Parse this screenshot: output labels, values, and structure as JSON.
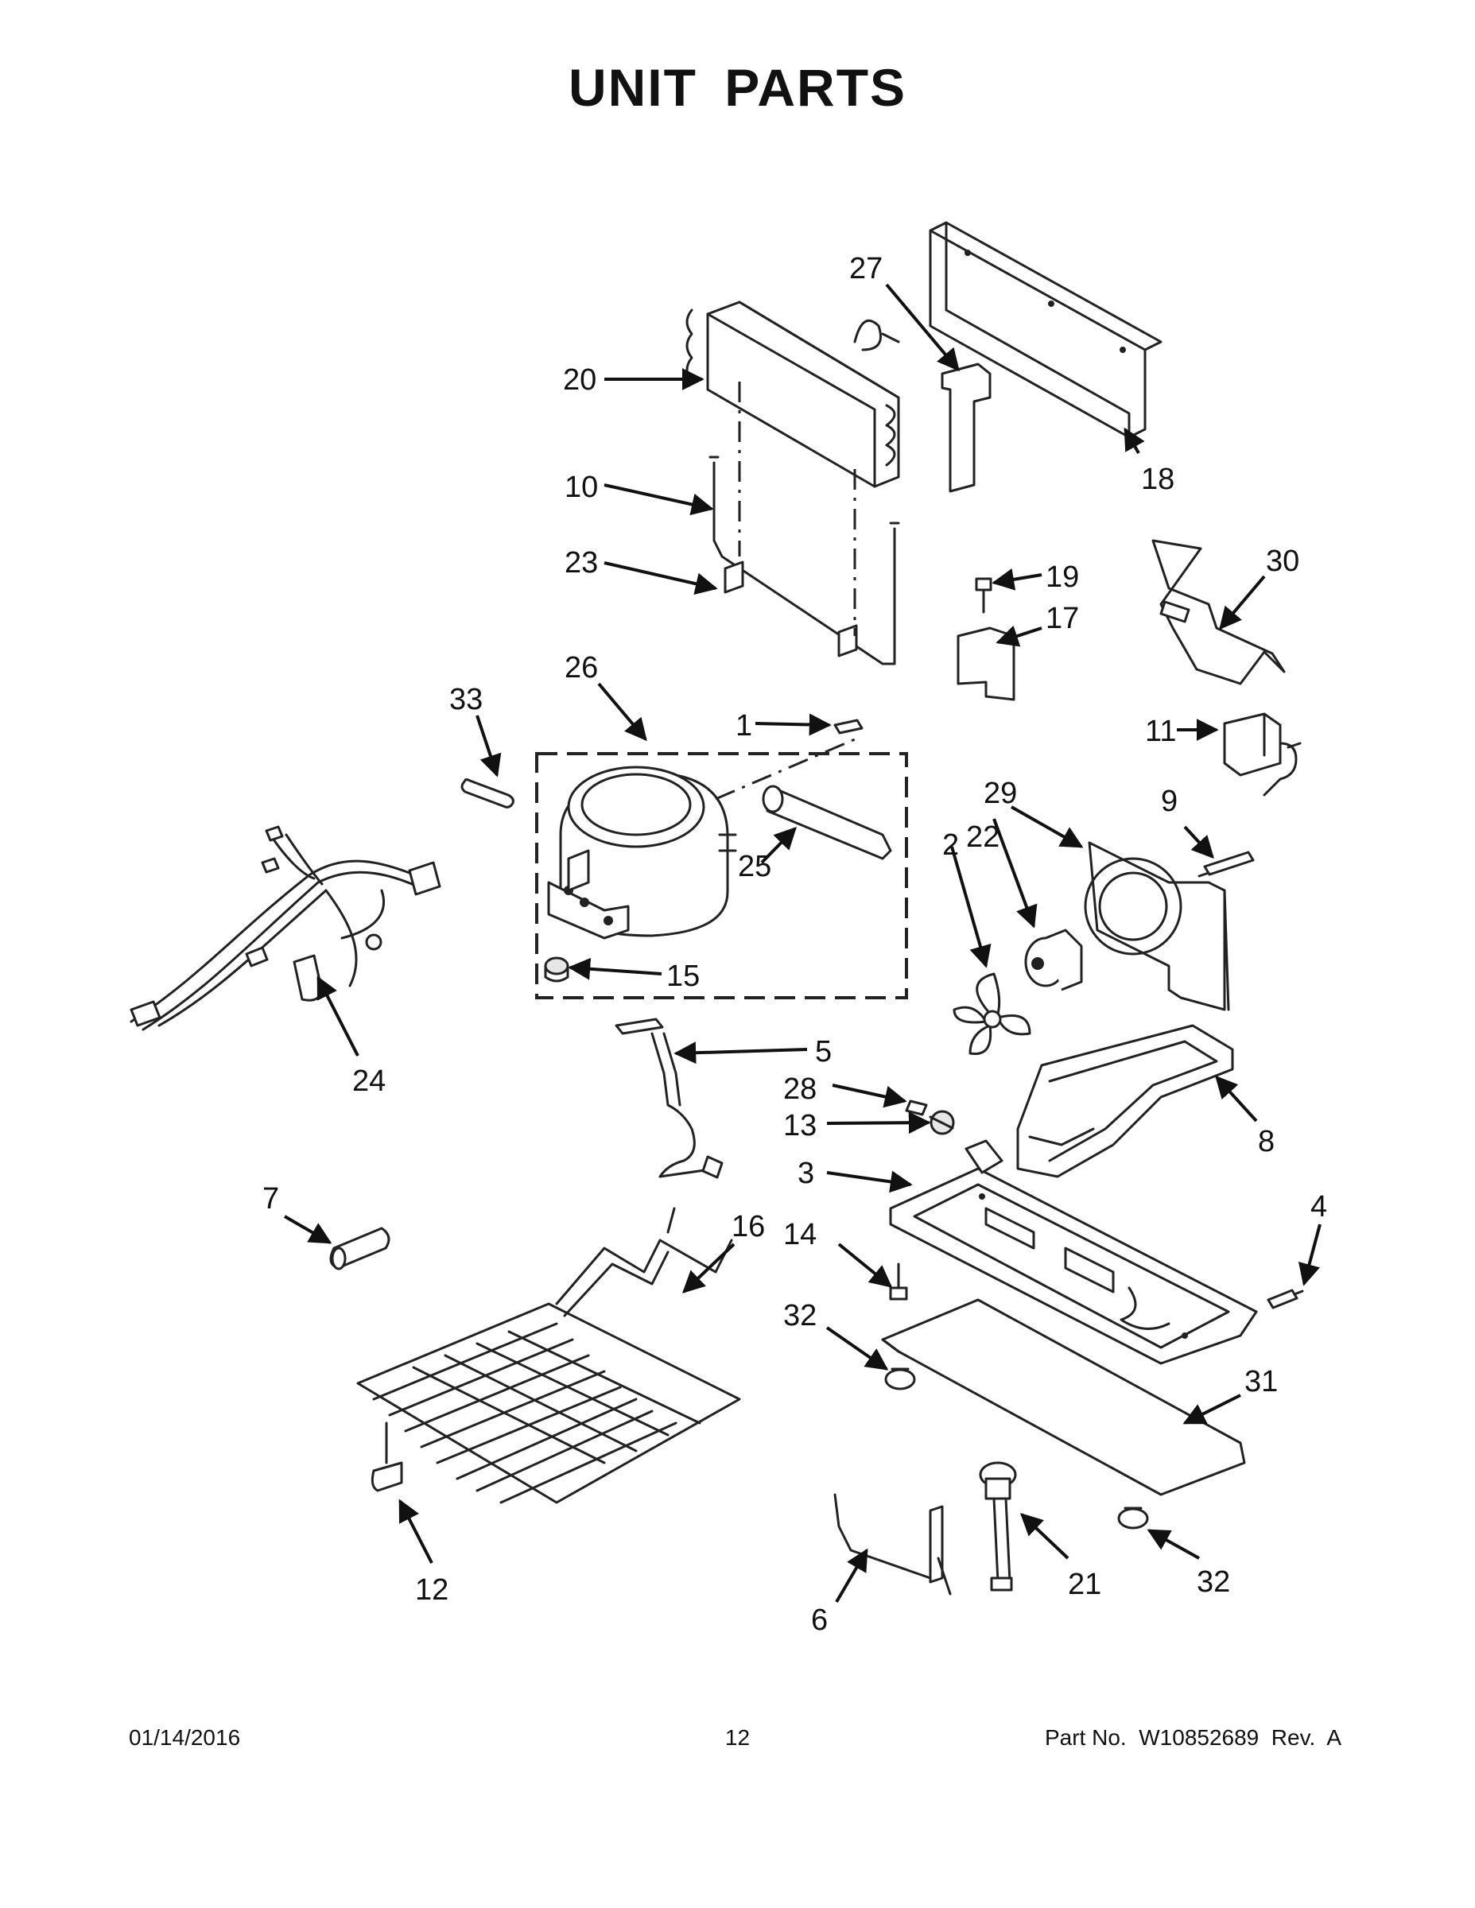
{
  "title": "UNIT PARTS",
  "callouts": {
    "c1": "1",
    "c2": "2",
    "c3": "3",
    "c4": "4",
    "c5": "5",
    "c6": "6",
    "c7": "7",
    "c8": "8",
    "c9": "9",
    "c10": "10",
    "c11": "11",
    "c12": "12",
    "c13": "13",
    "c14": "14",
    "c15": "15",
    "c16": "16",
    "c17": "17",
    "c18": "18",
    "c19": "19",
    "c20": "20",
    "c21": "21",
    "c22": "22",
    "c23": "23",
    "c24": "24",
    "c25": "25",
    "c26": "26",
    "c27": "27",
    "c28": "28",
    "c29": "29",
    "c30": "30",
    "c31": "31",
    "c32a": "32",
    "c32b": "32",
    "c33": "33"
  },
  "footer": {
    "date": "01/14/2016",
    "page": "12",
    "part_no": "Part No.  W10852689  Rev.  A"
  }
}
